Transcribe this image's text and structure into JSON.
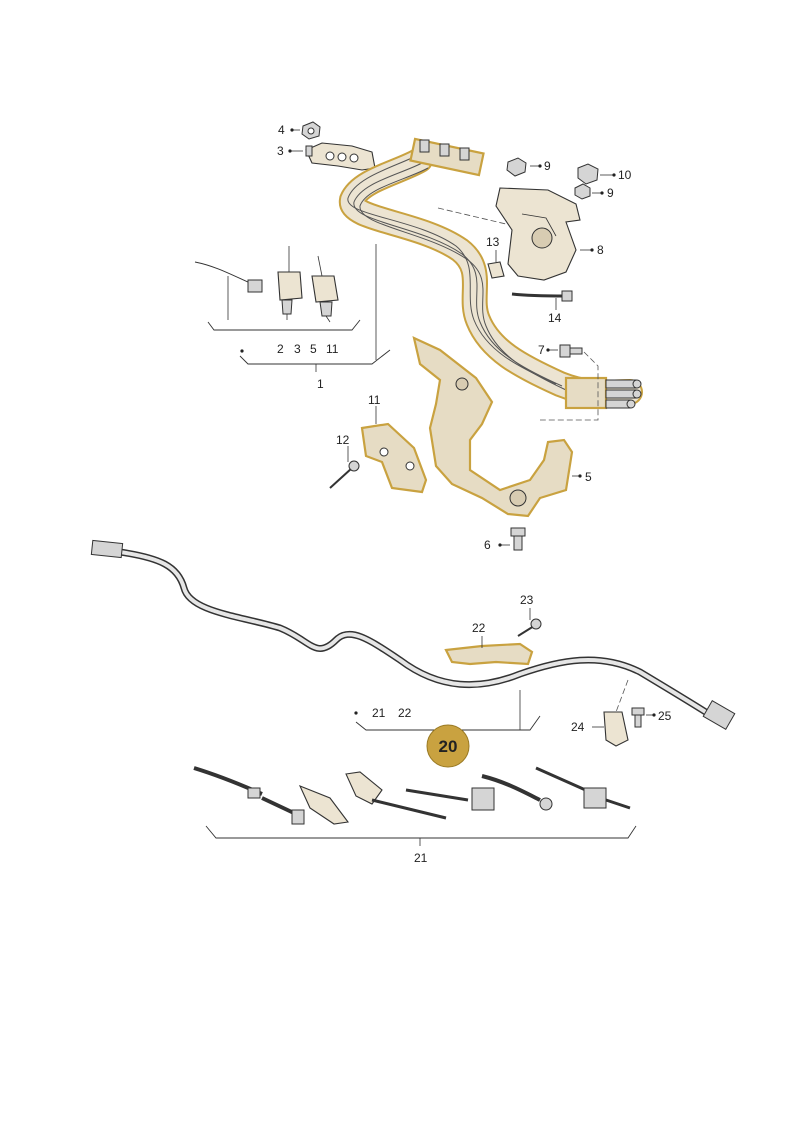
{
  "callouts": {
    "c1": "1",
    "c2": "2",
    "c3": "3",
    "c4": "4",
    "c5": "5",
    "c6": "6",
    "c7": "7",
    "c8": "8",
    "c9a": "9",
    "c9b": "9",
    "c10": "10",
    "c11": "11",
    "c12": "12",
    "c13": "13",
    "c14": "14",
    "c21": "21",
    "c22": "22",
    "c23": "23",
    "c24": "24",
    "c25": "25"
  },
  "group_labels": {
    "top_kit": [
      "2",
      "3",
      "5",
      "11"
    ],
    "cable_kit": [
      "21",
      "22"
    ],
    "ties_kit": "21"
  },
  "badge": {
    "label": "20",
    "color": "#c9a240"
  },
  "colors": {
    "highlight": "#c9a240",
    "part_fill": "#ece4d2"
  }
}
